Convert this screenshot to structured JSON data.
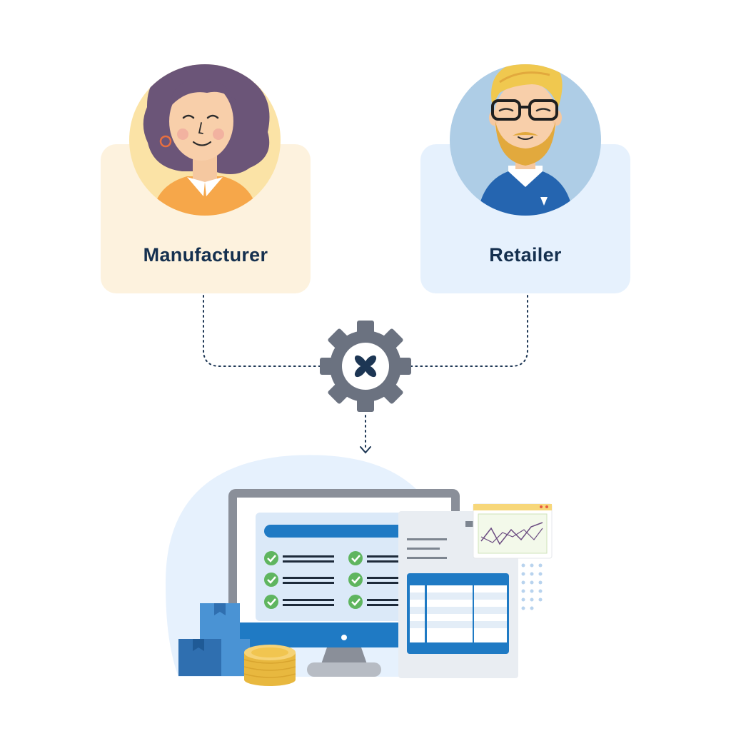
{
  "diagram": {
    "nodes": [
      {
        "id": "manufacturer",
        "label": "Manufacturer",
        "avatar": "woman-avatar"
      },
      {
        "id": "retailer",
        "label": "Retailer",
        "avatar": "man-avatar"
      }
    ],
    "hub": {
      "icon": "gear-icon",
      "logo": "logo-icon"
    },
    "target": {
      "icon": "monitor-dashboard-icon"
    },
    "edges": [
      {
        "from": "manufacturer",
        "to": "hub",
        "style": "dotted"
      },
      {
        "from": "retailer",
        "to": "hub",
        "style": "dotted"
      },
      {
        "from": "hub",
        "to": "target",
        "style": "dotted-arrow"
      }
    ]
  },
  "colors": {
    "manufacturer_card": "#fdf2de",
    "retailer_card": "#e6f1fd",
    "label_text": "#15304f",
    "connector": "#1d3654",
    "gear": "#6b7280",
    "accent_blue": "#1f7ac4",
    "check_green": "#5fb55f",
    "coin_gold": "#f1c550"
  }
}
